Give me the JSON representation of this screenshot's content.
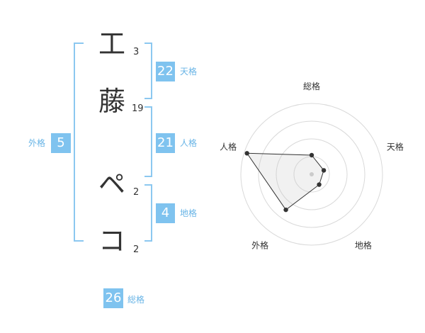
{
  "name_chars": [
    {
      "char": "工",
      "strokes": "3"
    },
    {
      "char": "藤",
      "strokes": "19"
    },
    {
      "char": "ペ",
      "strokes": "2"
    },
    {
      "char": "コ",
      "strokes": "2"
    }
  ],
  "kaku": {
    "tenkaku": {
      "value": "22",
      "label": "天格"
    },
    "jinkaku": {
      "value": "21",
      "label": "人格"
    },
    "chikaku": {
      "value": "4",
      "label": "地格"
    },
    "gaikaku": {
      "value": "5",
      "label": "外格"
    },
    "soukaku": {
      "value": "26",
      "label": "総格"
    }
  },
  "colors": {
    "accent": "#7fc3ef",
    "bracket": "#8cc8f0",
    "label": "#68b4e6"
  },
  "chart_data": {
    "type": "radar",
    "axes": [
      "総格",
      "天格",
      "地格",
      "外格",
      "人格"
    ],
    "values": [
      0.27,
      0.18,
      0.18,
      0.62,
      0.96
    ],
    "range": [
      0,
      1
    ],
    "rings": 4
  }
}
